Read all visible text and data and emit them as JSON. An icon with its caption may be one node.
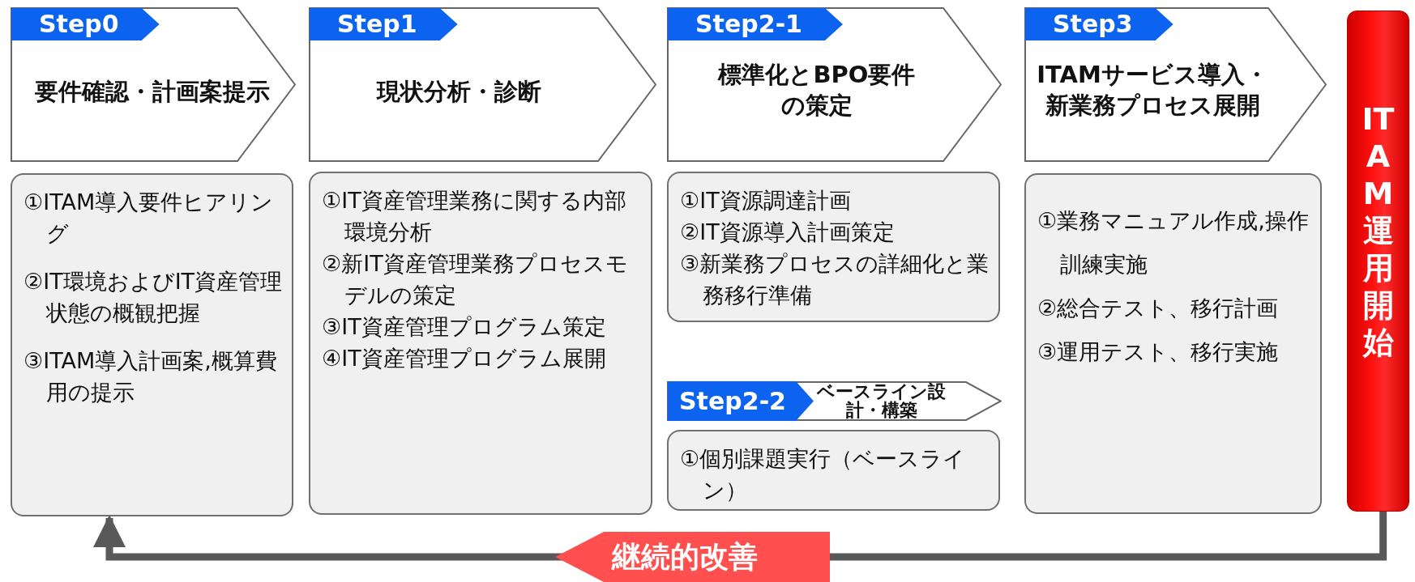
{
  "diagram": {
    "nodes": [
      {
        "text": [
          "Step0",
          "要件確認・計画案提示"
        ]
      },
      {
        "text": [
          "①ITAM導入要件ヒアリング",
          "②IT環境およびIT資産管理状態の概観把握",
          "③ITAM導入計画案,概算費用の提示"
        ]
      },
      {
        "text": [
          "Step1",
          "現状分析・診断"
        ]
      },
      {
        "text": [
          "①IT資産管理業務に関する内部環境分析",
          "②新IT資産管理業務プロセスモデルの策定",
          "③IT資産管理プログラム策定",
          "④IT資産管理プログラム展開"
        ]
      },
      {
        "text": [
          "Step2-1",
          "標準化とBPO要件の策定"
        ]
      },
      {
        "text": [
          "①IT資源調達計画",
          "②IT資源導入計画策定",
          "③新業務プロセスの詳細化と業務移行準備"
        ]
      },
      {
        "text": [
          "Step2-2",
          "ベースライン設計・構築"
        ]
      },
      {
        "text": [
          "①個別課題実行（ベースライン）"
        ]
      },
      {
        "text": [
          "Step3",
          "ITAMサービス導入・新業務プロセス展開"
        ]
      },
      {
        "text": [
          "①業務マニュアル作成,操作訓練実施",
          "②総合テスト、移行計画",
          "③運用テスト、移行実施"
        ]
      },
      {
        "text": [
          "ITAM運用開始"
        ]
      }
    ],
    "edges": [
      {
        "from": 10,
        "to": 1,
        "arrow": "to",
        "label": "継続的改善"
      }
    ]
  }
}
